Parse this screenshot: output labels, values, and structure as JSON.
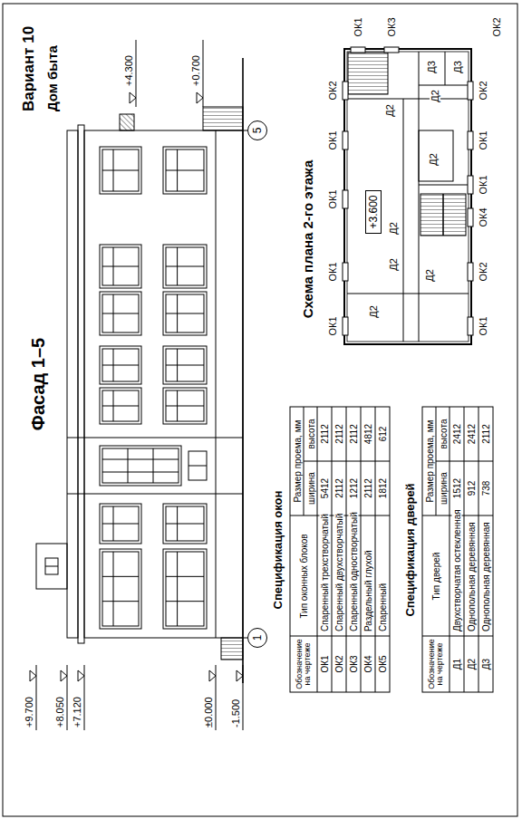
{
  "diagram": {
    "title": "Вариант 10",
    "nodes": [
      {
        "text": [
          "1"
        ]
      },
      {
        "text": [
          "5"
        ]
      },
      {
        "text": [
          "+3.600"
        ]
      }
    ],
    "labels": [
      "Дом быта",
      "Фасад 1–5",
      "+9.700",
      "+8.050",
      "+7.120",
      "±0.000",
      "-1.500",
      "+4.300",
      "+0.700",
      "Спецификация окон",
      "Обозначение на чертеже",
      "Тип оконных блоков",
      "Размер проема, мм",
      "ширина",
      "высота",
      "ОК1",
      "Спаренный трехстворчатый",
      "5412",
      "2112",
      "ОК2",
      "Спаренный двухстворчатый",
      "2112",
      "2112",
      "ОК3",
      "Спаренный одностворчатый",
      "1212",
      "2112",
      "ОК4",
      "Раздельный глухой",
      "2112",
      "4812",
      "ОК5",
      "Спаренный",
      "1812",
      "612",
      "Спецификация дверей",
      "Обозначение на чертеже",
      "Тип дверей",
      "Размер проема, мм",
      "ширина",
      "высота",
      "Д1",
      "Двухстворчатая остекленная",
      "1512",
      "2412",
      "Д2",
      "Однопольная деревянная",
      "912",
      "2412",
      "Д3",
      "Однопольная деревянная",
      "738",
      "2112",
      "Схема плана 2-го этажа",
      "ОК1",
      "ОК1",
      "ОК1",
      "ОК1",
      "ОК2",
      "ОК1",
      "ОК2",
      "ОК4",
      "ОК1",
      "ОК1",
      "ОК2",
      "ОК1",
      "ОК3",
      "ОК2",
      "Д2",
      "Д2",
      "Д2",
      "Д2",
      "Д2",
      "Д2",
      "Д2",
      "Д3",
      "Д3"
    ]
  }
}
